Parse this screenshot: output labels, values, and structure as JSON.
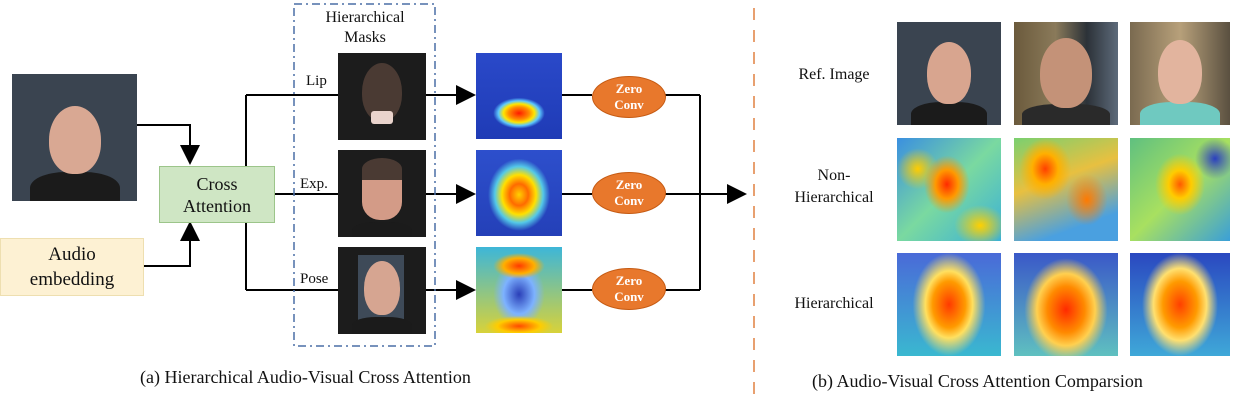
{
  "pipeline": {
    "cross_attention": [
      "Cross",
      "Attention"
    ],
    "audio_embedding": [
      "Audio",
      "embedding"
    ],
    "masks_title": [
      "Hierarchical",
      "Masks"
    ],
    "branches": [
      "Lip",
      "Exp.",
      "Pose"
    ],
    "zero_conv": [
      "Zero",
      "Conv"
    ]
  },
  "comparison": {
    "rows": [
      "Ref. Image",
      "Non-\nHierarchical",
      "Hierarchical"
    ]
  },
  "captions": {
    "a": "(a) Hierarchical Audio-Visual Cross Attention",
    "b": "(b) Audio-Visual Cross Attention Comparsion"
  },
  "colors": {
    "cross_box": "#cfe6c4",
    "audio_box": "#fdf1d3",
    "zero_conv": "#e8782c",
    "dashed_box": "#4a6fa5",
    "separator": "#e8a070"
  }
}
